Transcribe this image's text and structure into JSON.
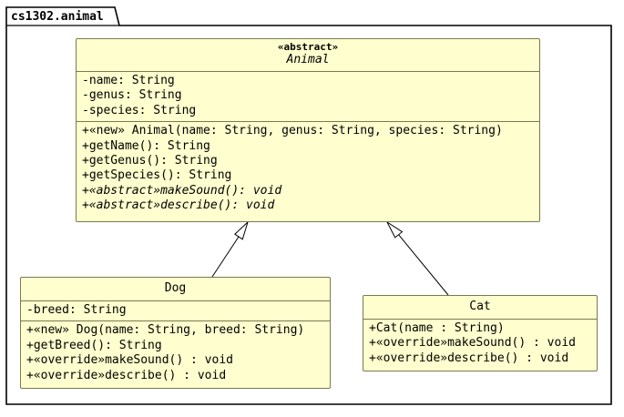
{
  "package": {
    "name": "cs1302.animal"
  },
  "classes": {
    "animal": {
      "stereotype": "«abstract»",
      "name": "Animal",
      "attributes": [
        "-name: String",
        "-genus: String",
        "-species: String"
      ],
      "methods": [
        "+«new» Animal(name: String, genus: String, species: String)",
        "+getName(): String",
        "+getGenus(): String",
        "+getSpecies(): String",
        "+«abstract»makeSound(): void",
        "+«abstract»describe(): void"
      ]
    },
    "dog": {
      "name": "Dog",
      "attributes": [
        "-breed: String"
      ],
      "methods": [
        "+«new» Dog(name: String, breed: String)",
        "+getBreed(): String",
        "+«override»makeSound() : void",
        "+«override»describe() : void"
      ]
    },
    "cat": {
      "name": "Cat",
      "methods": [
        "+Cat(name : String)",
        "+«override»makeSound() : void",
        "+«override»describe() : void"
      ]
    }
  },
  "colors": {
    "class_fill": "#fefece",
    "class_border": "#7a7a52",
    "package_border": "#000000"
  }
}
